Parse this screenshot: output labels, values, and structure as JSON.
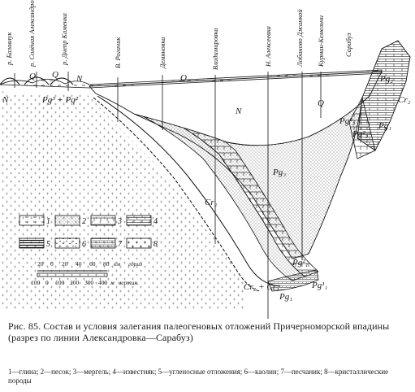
{
  "profile_labels": [
    "р. Базавлук",
    "р. Солёная Александровка",
    "р. Днепр Каменка",
    "В. Рогачик",
    "Демяновка",
    "Владимировка",
    "Н. Алексеевка",
    "Лобаново Джанкой",
    "Курман-Кемельчи",
    "Сарабуз"
  ],
  "unit_labels": {
    "q": "Q",
    "n": "N",
    "pg3_pq2": "Pg³ + Pq²",
    "pg3": "Pg₃",
    "pg2": "Pg₂",
    "pg1": "Pg₁",
    "cr2": "Cr₂",
    "cr2_cr1": "Cr₂ + Cr₁",
    "pg1_1": "Pg¹₁",
    "pg1_2": "Pg²₁",
    "j": "J",
    "pg2_2": "Pg²₂",
    "pg2_3": "Pg³₂"
  },
  "legend": [
    "1",
    "2",
    "3",
    "4",
    "5",
    "6",
    "7",
    "8"
  ],
  "scale": {
    "horizontal_ticks": [
      "20",
      "0",
      "20",
      "40",
      "60",
      "80"
    ],
    "horizontal_unit": "км",
    "horizontal_label": "гориз",
    "vertical_ticks": [
      "100",
      "0",
      "100",
      "200",
      "300",
      "400"
    ],
    "vertical_unit": "м",
    "vertical_label": "вертик."
  },
  "caption": {
    "title": "Рис. 85. Состав и условия залегания палеогеновых отложений Причерноморской впадины (разрез по линии Александровка—Сарабуз)",
    "legend_text": "1—глина; 2—песок; 3—мергель; 4—известняк; 5—угленосные отложения; 6—каолин; 7—песчаник; 8—кристаллические породы"
  }
}
